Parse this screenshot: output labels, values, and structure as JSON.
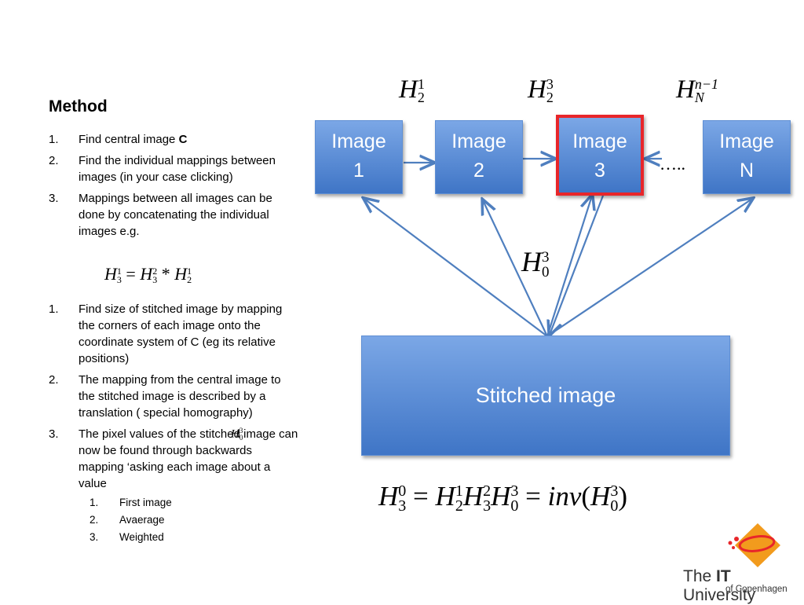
{
  "slide": {
    "title": "Method",
    "list1": [
      {
        "num": "1.",
        "text": "Find central image ",
        "bold": "C"
      },
      {
        "num": "2.",
        "text": "Find the individual mappings between images (in your case clicking)"
      },
      {
        "num": "3.",
        "text": "Mappings between all images can be done by concatenating the individual images e.g."
      }
    ],
    "list2": [
      {
        "num": "1.",
        "text": "Find size of stitched image by mapping the corners of each image onto the coordinate system of C (eg its relative positions)"
      },
      {
        "num": "2.",
        "text": "The mapping from the central image to the stitched image is described by a translation ( special homography)"
      },
      {
        "num": "3.",
        "text": "The pixel values of the stitched image  can now be found through backwards mapping ‘asking each image about a value"
      }
    ],
    "sublist": [
      {
        "num": "1.",
        "text": "First image"
      },
      {
        "num": "2.",
        "text": "Avaerage"
      },
      {
        "num": "3.",
        "text": "Weighted"
      }
    ]
  },
  "diagram": {
    "boxes": [
      {
        "line1": "Image",
        "line2": "1"
      },
      {
        "line1": "Image",
        "line2": "2"
      },
      {
        "line1": "Image",
        "line2": "3"
      },
      {
        "line1": "Image",
        "line2": "N"
      }
    ],
    "dots": "…..",
    "stitched_label": "Stitched image",
    "h_labels": [
      {
        "base": "H",
        "sup": "1",
        "sub": "2"
      },
      {
        "base": "H",
        "sup": "3",
        "sub": "2"
      },
      {
        "base": "H",
        "sup": "n−1",
        "sub": "N"
      },
      {
        "base": "H",
        "sup": "3",
        "sub": "0"
      }
    ],
    "highlight_color": "#e8262a",
    "arrow_color": "#4f7fbf"
  },
  "logo": {
    "the": "The ",
    "it": "IT",
    "university": " University",
    "sub": "of Copenhagen"
  }
}
